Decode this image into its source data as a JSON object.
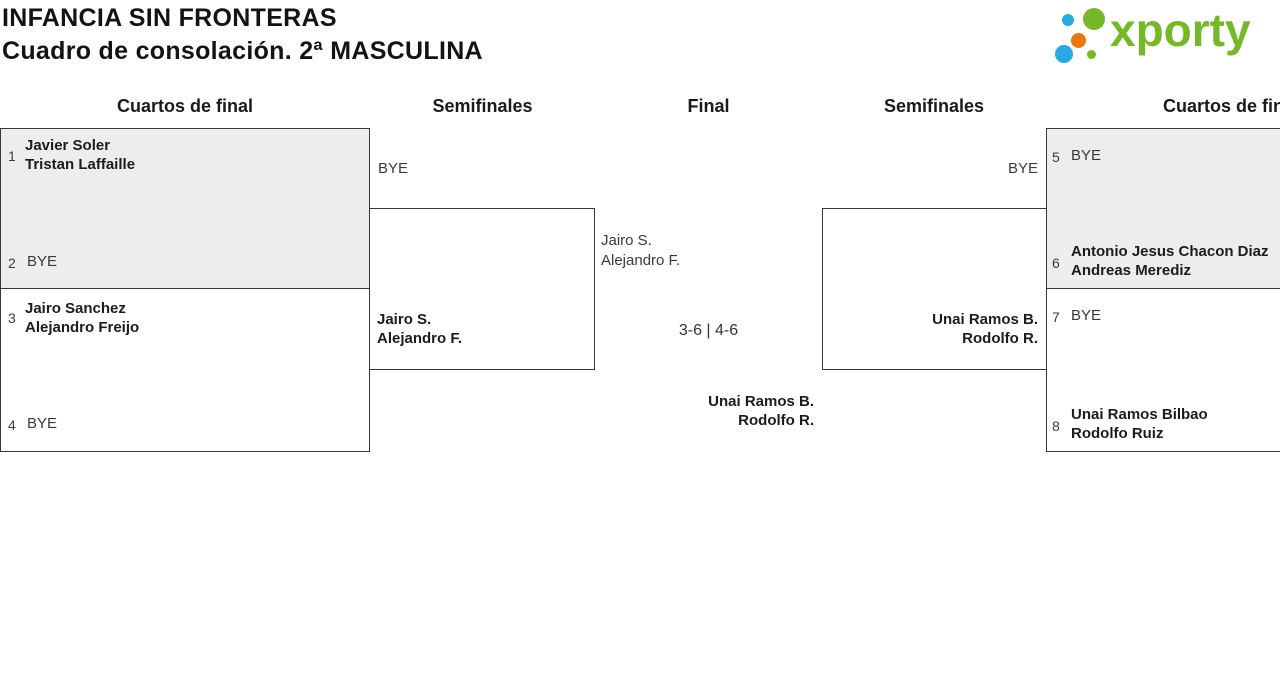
{
  "header": {
    "title_line1": "INFANCIA SIN FRONTERAS",
    "title_line2": "Cuadro de consolación. 2ª MASCULINA"
  },
  "logo": {
    "text": "xporty",
    "brand_green": "#76b82a",
    "brand_blue": "#29a9e1",
    "brand_orange": "#e8770f"
  },
  "round_headers": [
    {
      "label": "Cuartos de final"
    },
    {
      "label": "Semifinales"
    },
    {
      "label": "Final"
    },
    {
      "label": "Semifinales"
    },
    {
      "label": "Cuartos de final"
    }
  ],
  "entries": [
    {
      "seed": "1",
      "line1": "Javier Soler",
      "line2": "Tristan Laffaille"
    },
    {
      "seed": "2",
      "line1": "BYE",
      "line2": ""
    },
    {
      "seed": "3",
      "line1": "Jairo Sanchez",
      "line2": "Alejandro Freijo"
    },
    {
      "seed": "4",
      "line1": "BYE",
      "line2": ""
    },
    {
      "seed": "5",
      "line1": "BYE",
      "line2": ""
    },
    {
      "seed": "6",
      "line1": "Antonio Jesus Chacon Diaz",
      "line2": "Andreas Merediz"
    },
    {
      "seed": "7",
      "line1": "BYE",
      "line2": ""
    },
    {
      "seed": "8",
      "line1": "Unai Ramos Bilbao",
      "line2": "Rodolfo Ruiz"
    }
  ],
  "semifinal_left": {
    "top_label": "BYE",
    "winner_line1": "Jairo S.",
    "winner_line2": "Alejandro F."
  },
  "semifinal_right": {
    "top_label": "BYE",
    "winner_line1": "Unai Ramos B.",
    "winner_line2": "Rodolfo R."
  },
  "final": {
    "team1_line1": "Jairo S.",
    "team1_line2": "Alejandro F.",
    "score": "3-6 | 4-6",
    "winner_line1": "Unai Ramos B.",
    "winner_line2": "Rodolfo R."
  },
  "colors": {
    "box_background_gray": "#ededed",
    "border": "#383838",
    "text_primary": "#1c1c1c",
    "text_secondary": "#3a3a3a"
  }
}
